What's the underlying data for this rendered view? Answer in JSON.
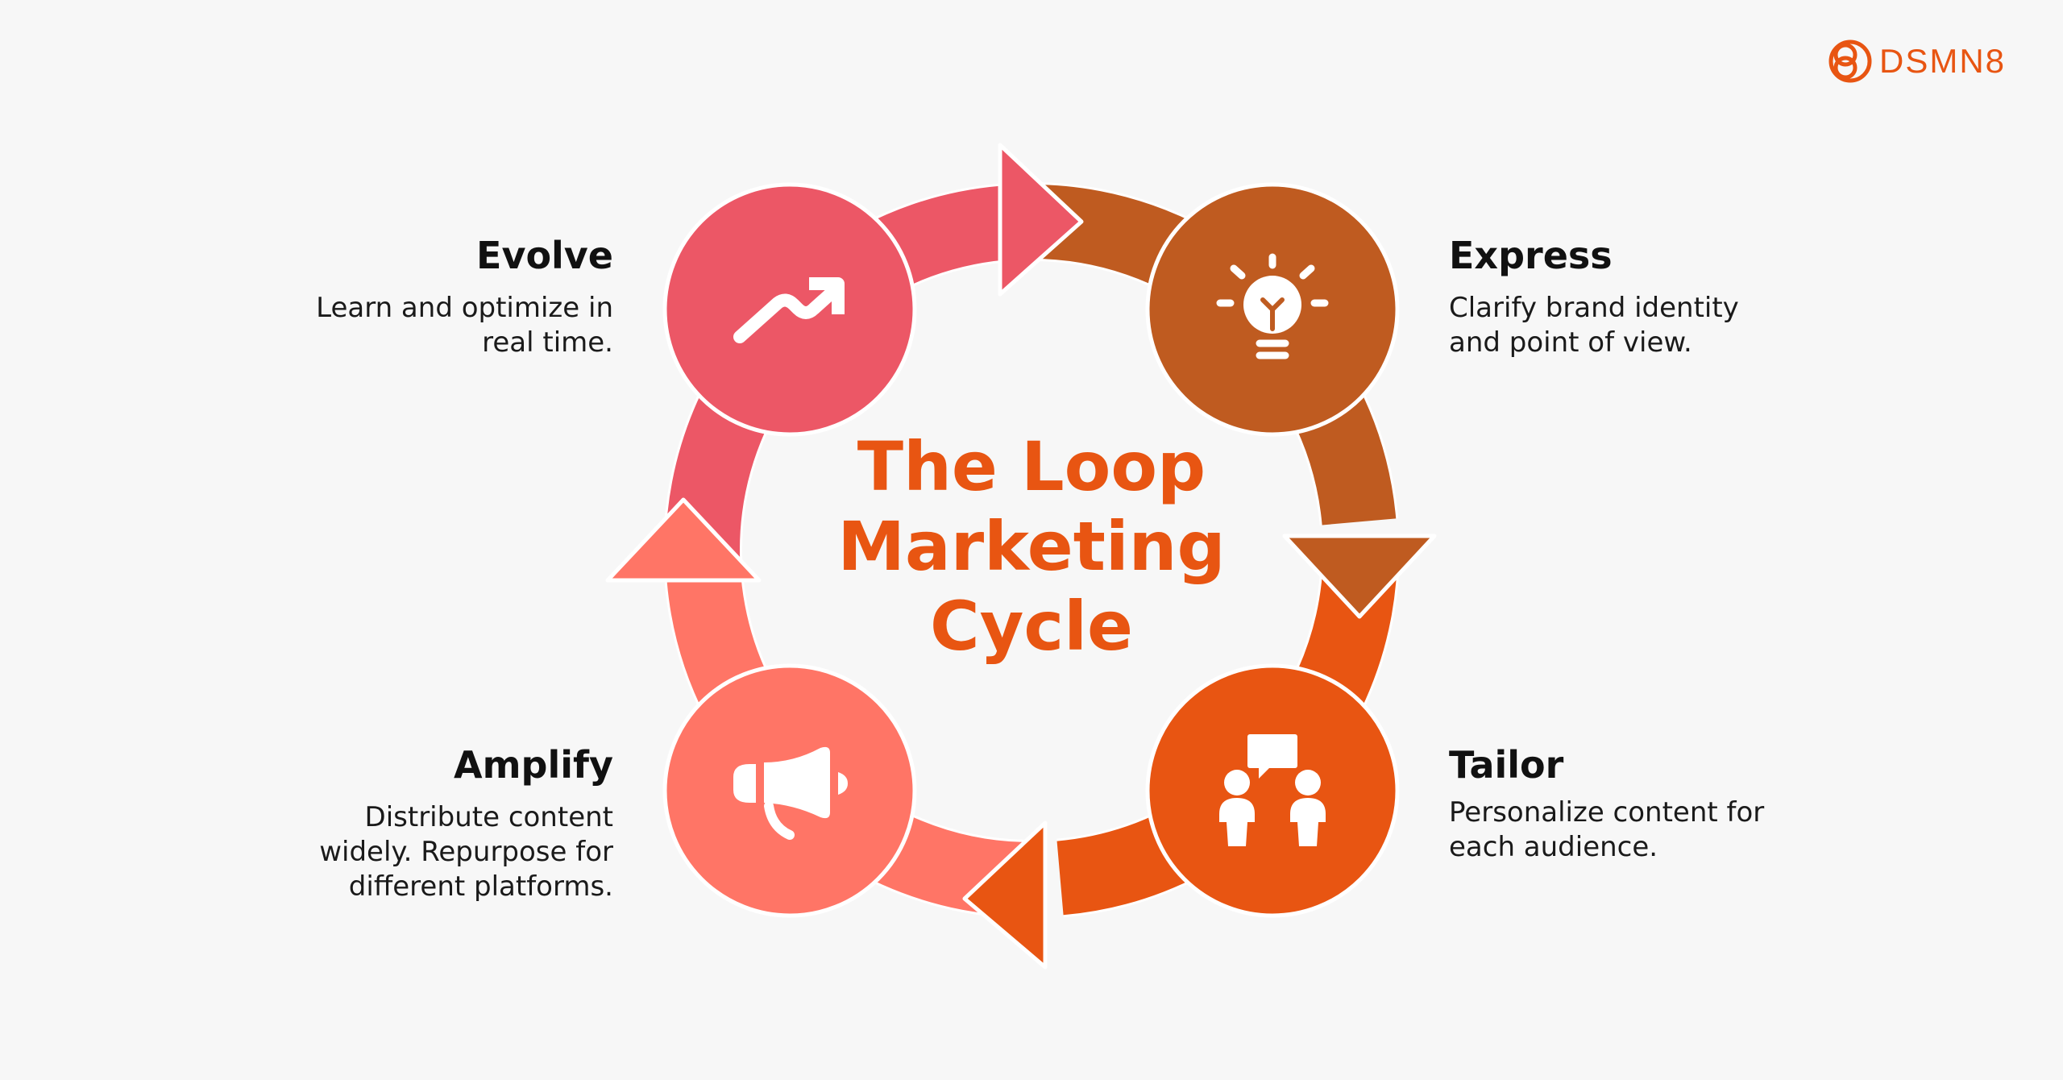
{
  "brand": {
    "name": "DSMN8"
  },
  "title": {
    "line1": "The Loop",
    "line2": "Marketing",
    "line3": "Cycle"
  },
  "colors": {
    "evolve": "#EC5766",
    "express": "#BF5B20",
    "tailor": "#E85512",
    "amplify": "#FF7566",
    "title": "#E85512"
  },
  "steps": {
    "evolve": {
      "heading": "Evolve",
      "line1": "Learn and optimize in",
      "line2": "real time.",
      "icon": "trending-up-icon"
    },
    "express": {
      "heading": "Express",
      "line1": "Clarify brand identity",
      "line2": "and point of view.",
      "icon": "lightbulb-icon"
    },
    "tailor": {
      "heading": "Tailor",
      "line1": "Personalize content for",
      "line2": "each audience.",
      "icon": "people-chat-icon"
    },
    "amplify": {
      "heading": "Amplify",
      "line1": "Distribute content",
      "line2": "widely. Repurpose for",
      "line3": "different platforms.",
      "icon": "megaphone-icon"
    }
  }
}
